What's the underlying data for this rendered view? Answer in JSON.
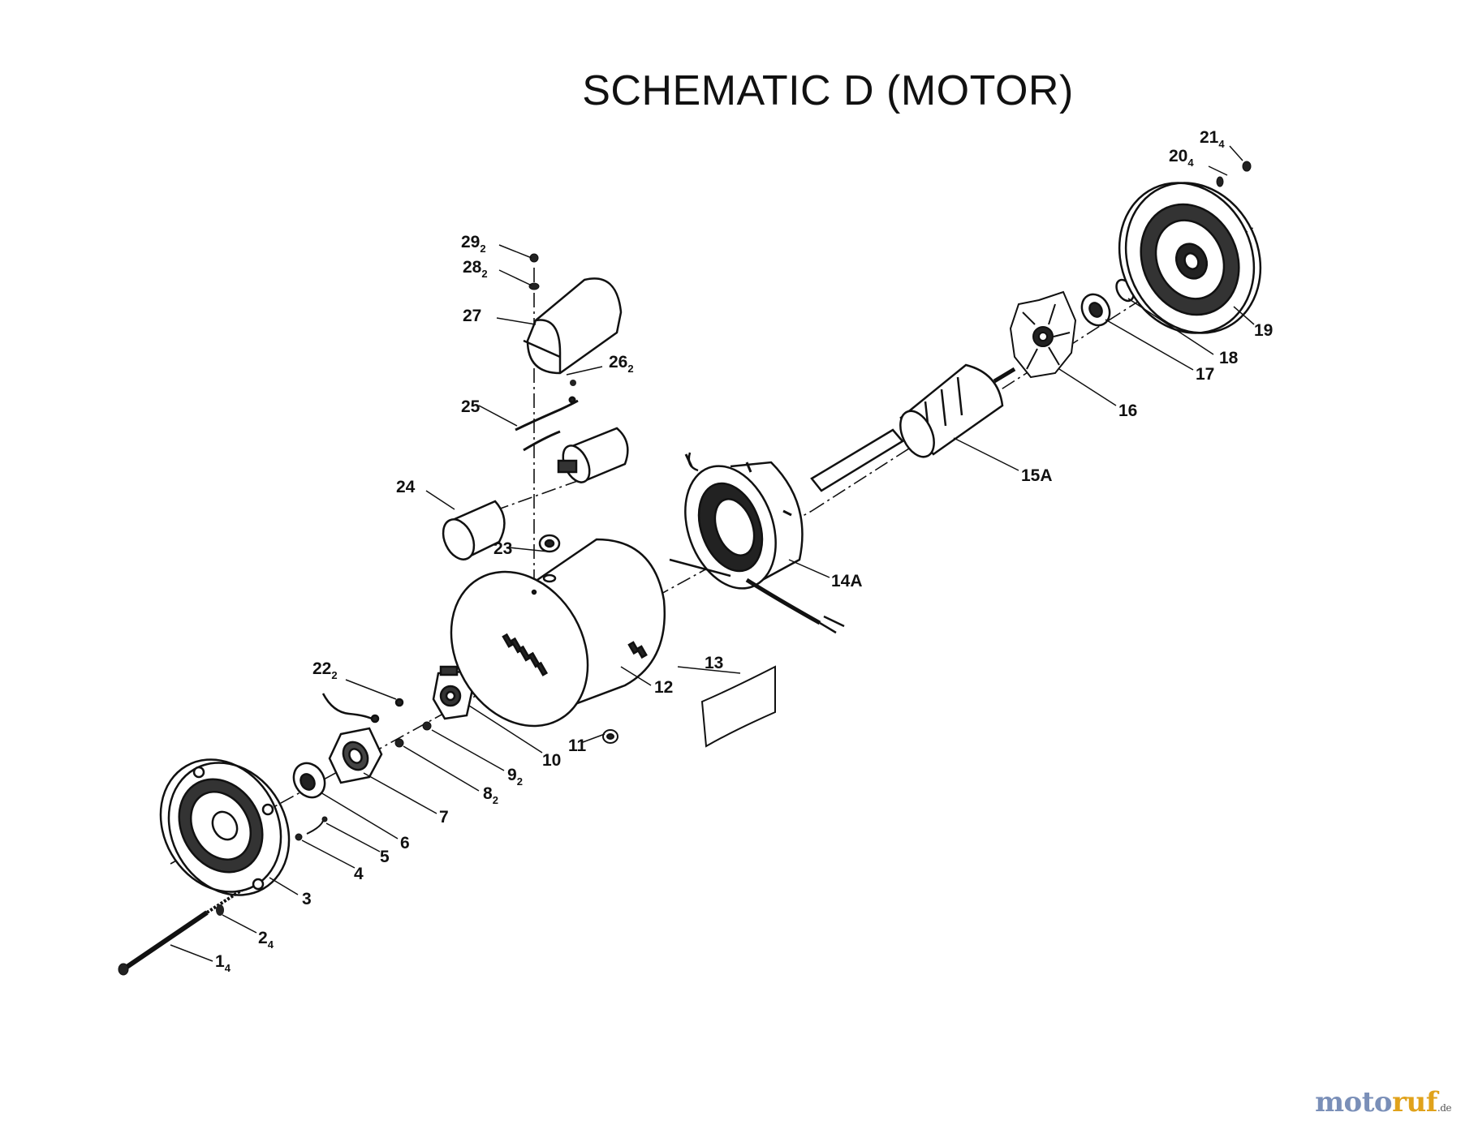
{
  "title": "SCHEMATIC D (MOTOR)",
  "watermark": {
    "brand_a": "moto",
    "brand_b": "ruf",
    "tld": ".de",
    "colors": {
      "brand_a": "#7a8fb8",
      "brand_b": "#e0a21b"
    }
  },
  "parts": [
    {
      "id": "p1",
      "num": "1",
      "qty": "4"
    },
    {
      "id": "p2",
      "num": "2",
      "qty": "4"
    },
    {
      "id": "p3",
      "num": "3",
      "qty": ""
    },
    {
      "id": "p4",
      "num": "4",
      "qty": ""
    },
    {
      "id": "p5",
      "num": "5",
      "qty": ""
    },
    {
      "id": "p6",
      "num": "6",
      "qty": ""
    },
    {
      "id": "p7",
      "num": "7",
      "qty": ""
    },
    {
      "id": "p8",
      "num": "8",
      "qty": "2"
    },
    {
      "id": "p9",
      "num": "9",
      "qty": "2"
    },
    {
      "id": "p10",
      "num": "10",
      "qty": ""
    },
    {
      "id": "p11",
      "num": "11",
      "qty": ""
    },
    {
      "id": "p12",
      "num": "12",
      "qty": ""
    },
    {
      "id": "p13",
      "num": "13",
      "qty": ""
    },
    {
      "id": "p14A",
      "num": "14A",
      "qty": ""
    },
    {
      "id": "p15A",
      "num": "15A",
      "qty": ""
    },
    {
      "id": "p16",
      "num": "16",
      "qty": ""
    },
    {
      "id": "p17",
      "num": "17",
      "qty": ""
    },
    {
      "id": "p18",
      "num": "18",
      "qty": ""
    },
    {
      "id": "p19",
      "num": "19",
      "qty": ""
    },
    {
      "id": "p20",
      "num": "20",
      "qty": "4"
    },
    {
      "id": "p21",
      "num": "21",
      "qty": "4"
    },
    {
      "id": "p22",
      "num": "22",
      "qty": "2"
    },
    {
      "id": "p23",
      "num": "23",
      "qty": ""
    },
    {
      "id": "p24",
      "num": "24",
      "qty": ""
    },
    {
      "id": "p25",
      "num": "25",
      "qty": ""
    },
    {
      "id": "p26",
      "num": "26",
      "qty": "2"
    },
    {
      "id": "p27",
      "num": "27",
      "qty": ""
    },
    {
      "id": "p28",
      "num": "28",
      "qty": "2"
    },
    {
      "id": "p29",
      "num": "29",
      "qty": "2"
    }
  ]
}
